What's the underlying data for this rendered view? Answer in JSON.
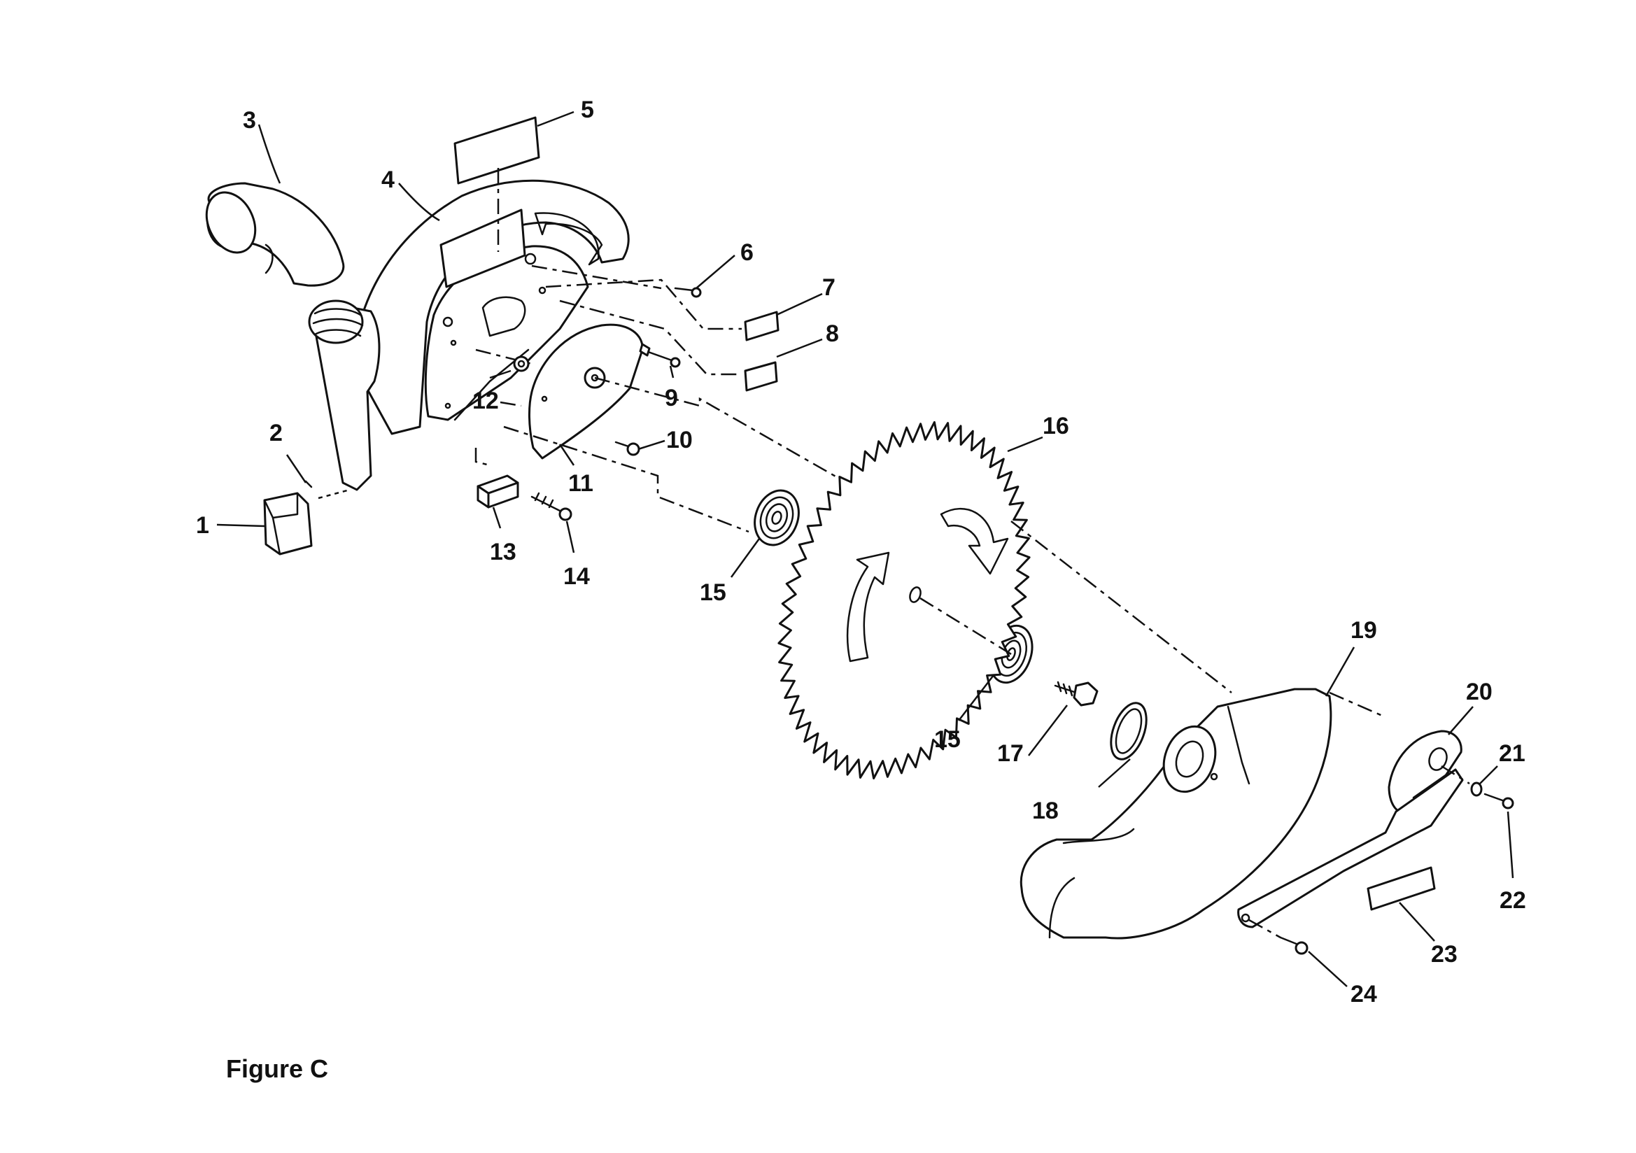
{
  "figure": {
    "caption": "Figure C"
  },
  "parts": [
    {
      "number": "1",
      "icon": "clamp-block-icon"
    },
    {
      "number": "2",
      "icon": "pin-icon"
    },
    {
      "number": "3",
      "icon": "dust-elbow-icon"
    },
    {
      "number": "4",
      "icon": "upper-blade-guard-icon"
    },
    {
      "number": "5",
      "icon": "label-icon"
    },
    {
      "number": "6",
      "icon": "screw-icon"
    },
    {
      "number": "7",
      "icon": "label-icon"
    },
    {
      "number": "8",
      "icon": "label-icon"
    },
    {
      "number": "9",
      "icon": "screw-icon"
    },
    {
      "number": "10",
      "icon": "screw-icon"
    },
    {
      "number": "11",
      "icon": "blade-cover-plate-icon"
    },
    {
      "number": "12",
      "icon": "nut-icon"
    },
    {
      "number": "13",
      "icon": "key-block-icon"
    },
    {
      "number": "14",
      "icon": "screw-icon"
    },
    {
      "number": "15",
      "icon": "blade-washer-icon"
    },
    {
      "number": "16",
      "icon": "saw-blade-icon"
    },
    {
      "number": "17",
      "icon": "blade-bolt-icon"
    },
    {
      "number": "18",
      "icon": "retaining-ring-icon"
    },
    {
      "number": "19",
      "icon": "lower-blade-guard-icon"
    },
    {
      "number": "20",
      "icon": "guard-link-plate-icon"
    },
    {
      "number": "21",
      "icon": "washer-icon"
    },
    {
      "number": "22",
      "icon": "screw-icon"
    },
    {
      "number": "23",
      "icon": "label-icon"
    },
    {
      "number": "24",
      "icon": "screw-icon"
    }
  ]
}
